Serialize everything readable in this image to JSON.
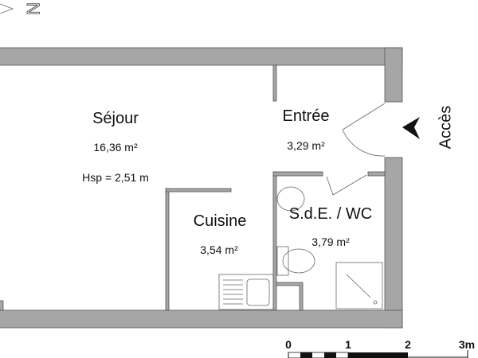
{
  "compass": {
    "north_label": "N"
  },
  "rooms": [
    {
      "name": "Séjour",
      "area": "16,36 m²",
      "height": "Hsp = 2,51 m"
    },
    {
      "name": "Entrée",
      "area": "3,29 m²"
    },
    {
      "name": "Cuisine",
      "area": "3,54 m²"
    },
    {
      "name": "S.d.E. / WC",
      "area": "3,79 m²"
    }
  ],
  "access": {
    "label": "Accès"
  },
  "scale_bar": {
    "ticks": [
      "0",
      "1",
      "2",
      "3m"
    ]
  },
  "colors": {
    "wall": "#a6a6a6",
    "text": "#111111"
  }
}
